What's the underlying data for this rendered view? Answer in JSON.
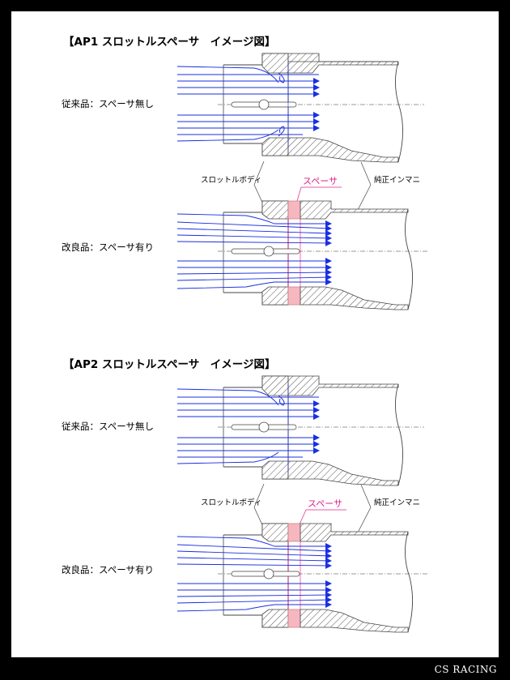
{
  "brand": "CS RACING",
  "diagrams": [
    {
      "title": "【AP1 スロットルスペーサ　イメージ図】",
      "conventional_label": "従来品：スペーサ無し",
      "improved_label": "改良品：スペーサ有り",
      "throttle_body_label": "スロットルボディ",
      "spacer_label": "スペーサ",
      "manifold_label": "純正インマニ"
    },
    {
      "title": "【AP2 スロットルスペーサ　イメージ図】",
      "conventional_label": "従来品：スペーサ無し",
      "improved_label": "改良品：スペーサ有り",
      "throttle_body_label": "スロットルボディ",
      "spacer_label": "スペーサ",
      "manifold_label": "純正インマニ"
    }
  ],
  "colors": {
    "flow": "#1a2fe0",
    "spacer_fill": "#f7b7c0",
    "spacer_line": "#e0218a",
    "outline": "#444444"
  }
}
